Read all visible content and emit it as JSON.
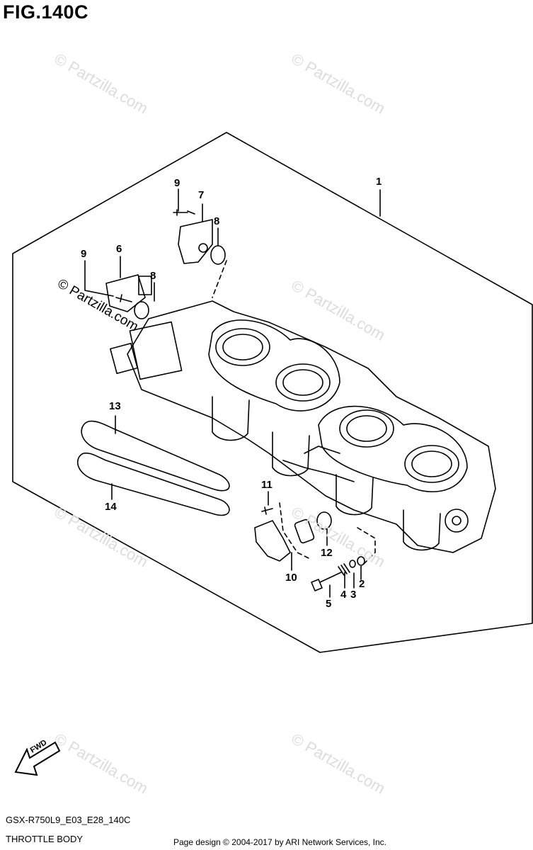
{
  "figure": {
    "title": "FIG.140C",
    "code": "GSX-R750L9_E03_E28_140C",
    "subtitle": "THROTTLE BODY",
    "credit": "Page design © 2004-2017 by ARI Network Services, Inc.",
    "fwd_label": "FWD"
  },
  "watermark": {
    "text": "© Partzilla.com"
  },
  "callouts": [
    {
      "id": "1",
      "label": "1"
    },
    {
      "id": "2",
      "label": "2"
    },
    {
      "id": "3",
      "label": "3"
    },
    {
      "id": "4",
      "label": "4"
    },
    {
      "id": "5",
      "label": "5"
    },
    {
      "id": "6",
      "label": "6"
    },
    {
      "id": "7",
      "label": "7"
    },
    {
      "id": "8a",
      "label": "8"
    },
    {
      "id": "8b",
      "label": "8"
    },
    {
      "id": "9a",
      "label": "9"
    },
    {
      "id": "9b",
      "label": "9"
    },
    {
      "id": "10",
      "label": "10"
    },
    {
      "id": "11",
      "label": "11"
    },
    {
      "id": "12",
      "label": "12"
    },
    {
      "id": "13",
      "label": "13"
    },
    {
      "id": "14",
      "label": "14"
    }
  ]
}
